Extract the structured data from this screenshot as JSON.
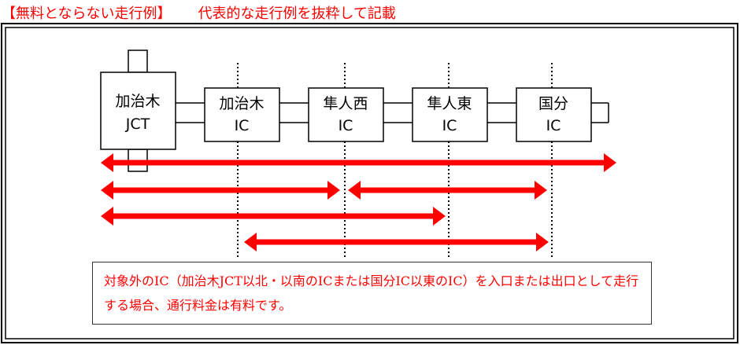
{
  "heading": {
    "title": "【無料とならない走行例】",
    "subtitle": "代表的な走行例を抜粋して記載"
  },
  "nodes": [
    {
      "line1": "加治木",
      "line2": "JCT"
    },
    {
      "line1": "加治木",
      "line2": "IC"
    },
    {
      "line1": "隼人西",
      "line2": "IC"
    },
    {
      "line1": "隼人東",
      "line2": "IC"
    },
    {
      "line1": "国分",
      "line2": "IC"
    }
  ],
  "note": {
    "text": "対象外のIC（加治木JCT以北・以南のICまたは国分IC以東のIC）を入口または出口として走行する場合、通行料金は有料です。"
  },
  "colors": {
    "accent": "#ff0000",
    "line": "#000000"
  }
}
